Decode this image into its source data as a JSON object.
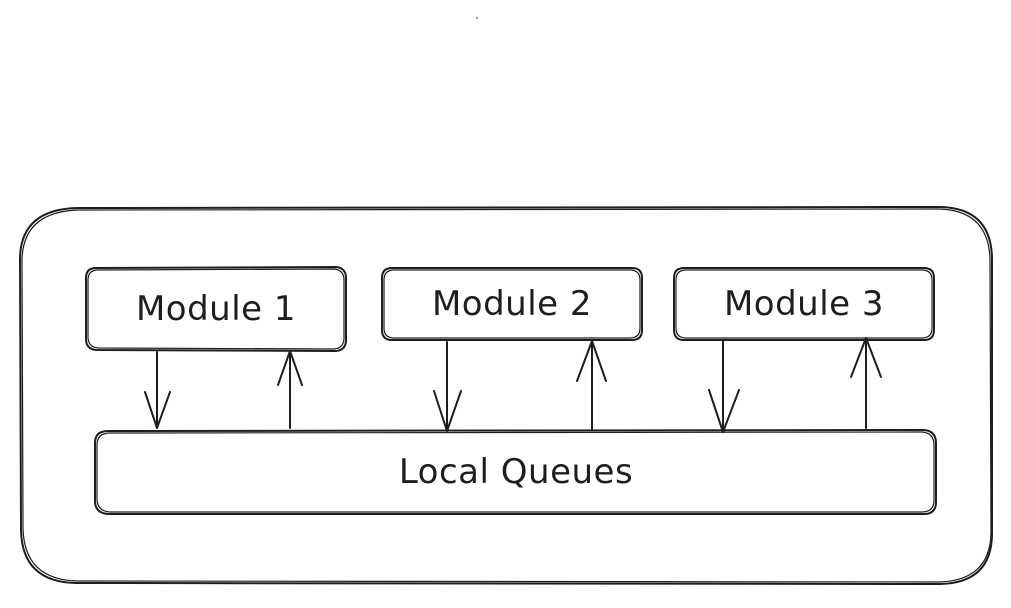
{
  "diagram": {
    "modules": [
      {
        "label": "Module 1"
      },
      {
        "label": "Module 2"
      },
      {
        "label": "Module 3"
      }
    ],
    "queue": {
      "label": "Local Queues"
    },
    "stroke_color": "#1e1e1e",
    "background_color": "#ffffff"
  }
}
